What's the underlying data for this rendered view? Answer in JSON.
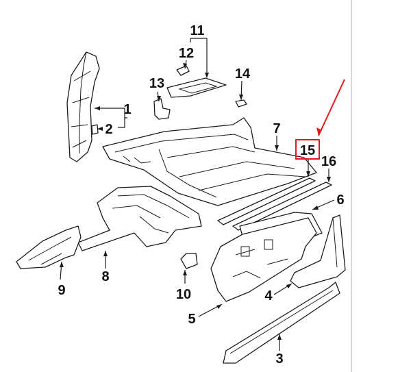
{
  "callouts": {
    "c1": "1",
    "c2": "2",
    "c3": "3",
    "c4": "4",
    "c5": "5",
    "c6": "6",
    "c7": "7",
    "c8": "8",
    "c9": "9",
    "c10": "10",
    "c11": "11",
    "c12": "12",
    "c13": "13",
    "c14": "14",
    "c15": "15",
    "c16": "16"
  },
  "colors": {
    "highlight": "#e01b1b",
    "linework": "#1a1a1a",
    "background": "#ffffff"
  },
  "highlighted_callout": "15"
}
